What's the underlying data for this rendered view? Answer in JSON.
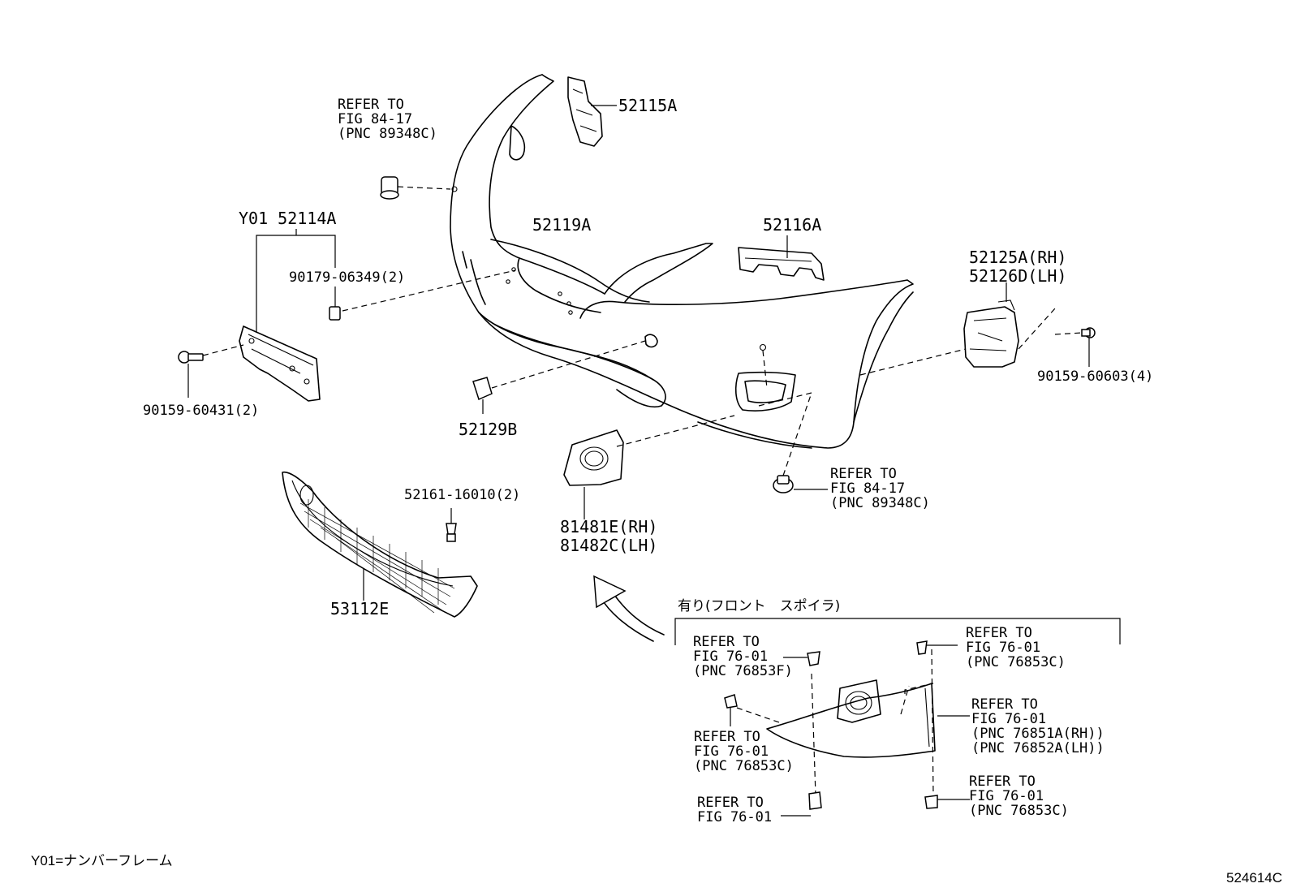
{
  "labels": {
    "p52115A": "52115A",
    "refer_top": "REFER TO\nFIG 84-17\n(PNC 89348C)",
    "p52114A": "Y01 52114A",
    "p52119A": "52119A",
    "p52116A": "52116A",
    "p52125A": "52125A(RH)\n52126D(LH)",
    "p90179": "90179-06349(2)",
    "p90159_60603": "90159-60603(4)",
    "p90159_60431": "90159-60431(2)",
    "p52129B": "52129B",
    "refer_mid": "REFER TO\nFIG 84-17\n(PNC 89348C)",
    "p52161": "52161-16010(2)",
    "p81481": "81481E(RH)\n81482C(LH)",
    "p53112E": "53112E",
    "spoiler_title": "有り(フロント　スポイラ)",
    "ref_76853F": "REFER TO\nFIG 76-01\n(PNC 76853F)",
    "ref_76853C_top": "REFER TO\nFIG 76-01\n(PNC 76853C)",
    "ref_76851A": "REFER TO\nFIG 76-01\n(PNC 76851A(RH))\n(PNC 76852A(LH))",
    "ref_76853C_left": "REFER TO\nFIG 76-01\n(PNC 76853C)",
    "ref_7601_bottom": "REFER TO\nFIG 76-01",
    "ref_76853C_bottom": "REFER TO\nFIG 76-01\n(PNC 76853C)",
    "legend": "Y01=ナンバーフレーム",
    "figure_code": "524614C"
  }
}
